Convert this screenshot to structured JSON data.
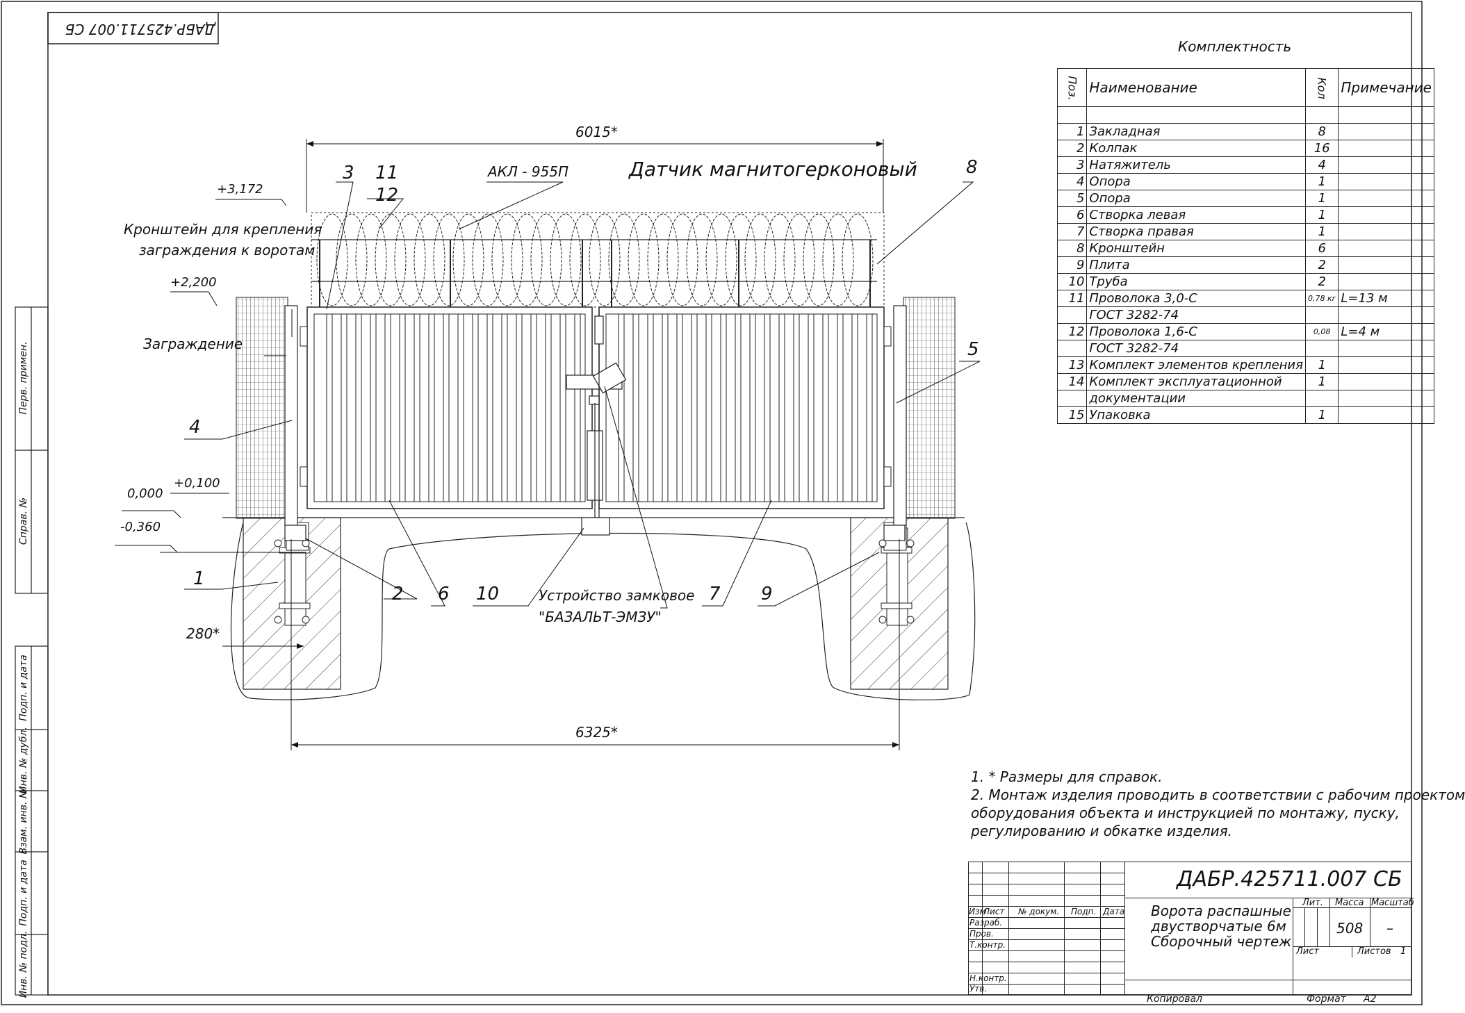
{
  "stamp_code_mirrored": "ДАБР.425711.007 СБ",
  "bom": {
    "title": "Комплектность",
    "headers": {
      "pos": "Поз.",
      "name": "Наименование",
      "qty": "Кол",
      "note": "Примечание"
    },
    "rows": [
      {
        "pos": "",
        "name": "",
        "qty": "",
        "note": ""
      },
      {
        "pos": "1",
        "name": "Закладная",
        "qty": "8",
        "note": ""
      },
      {
        "pos": "2",
        "name": "Колпак",
        "qty": "16",
        "note": ""
      },
      {
        "pos": "3",
        "name": "Натяжитель",
        "qty": "4",
        "note": ""
      },
      {
        "pos": "4",
        "name": "Опора",
        "qty": "1",
        "note": ""
      },
      {
        "pos": "5",
        "name": "Опора",
        "qty": "1",
        "note": ""
      },
      {
        "pos": "6",
        "name": "Створка левая",
        "qty": "1",
        "note": ""
      },
      {
        "pos": "7",
        "name": "Створка правая",
        "qty": "1",
        "note": ""
      },
      {
        "pos": "8",
        "name": "Кронштейн",
        "qty": "6",
        "note": ""
      },
      {
        "pos": "9",
        "name": "Плита",
        "qty": "2",
        "note": ""
      },
      {
        "pos": "10",
        "name": "Труба",
        "qty": "2",
        "note": ""
      },
      {
        "pos": "11",
        "name": "Проволока 3,0-С",
        "qty": "0,78 кг",
        "note": "L=13 м"
      },
      {
        "pos": "",
        "name": "ГОСТ 3282-74",
        "qty": "",
        "note": ""
      },
      {
        "pos": "12",
        "name": "Проволока 1,6-С",
        "qty": "0,08",
        "note": "L=4 м"
      },
      {
        "pos": "",
        "name": "ГОСТ 3282-74",
        "qty": "",
        "note": ""
      },
      {
        "pos": "13",
        "name": "Комплект элементов крепления",
        "qty": "1",
        "note": ""
      },
      {
        "pos": "14",
        "name": "Комплект эксплуатационной",
        "qty": "1",
        "note": ""
      },
      {
        "pos": "",
        "name": "документации",
        "qty": "",
        "note": ""
      },
      {
        "pos": "15",
        "name": "Упаковка",
        "qty": "1",
        "note": ""
      }
    ]
  },
  "drawing": {
    "dim_top": "6015*",
    "dim_bottom": "6325*",
    "dim_280": "280*",
    "label_akl": "АКЛ - 955П",
    "label_sensor": "Датчик магнитогерконовый",
    "label_bracket_1": "Кронштейн для крепления",
    "label_bracket_2": "заграждения к воротам",
    "label_barrier": "Заграждение",
    "label_lock_1": "Устройство замковое",
    "label_lock_2": "\"БАЗАЛЬТ-ЭМЗУ\"",
    "elevations": [
      "+3,172",
      "+2,200",
      "+0,100",
      "0,000",
      "-0,360"
    ],
    "callouts": [
      "1",
      "2",
      "3",
      "4",
      "5",
      "6",
      "7",
      "8",
      "9",
      "10",
      "11",
      "12"
    ]
  },
  "notes": [
    "1. * Размеры для справок.",
    "2. Монтаж изделия проводить в соответствии с рабочим проектом",
    "оборудования объекта и инструкцией по монтажу, пуску,",
    "регулированию и обкатке изделия."
  ],
  "title_block": {
    "code": "ДАБР.425711.007 СБ",
    "name_lines": [
      "Ворота распашные",
      "двустворчатые 6м",
      "Сборочный чертеж"
    ],
    "col_labels": {
      "izm": "Изм",
      "list": "Лист",
      "doc": "№ докум.",
      "sign": "Подп.",
      "date": "Дата"
    },
    "roles": [
      "Разраб.",
      "Пров.",
      "Т.контр.",
      "Н.контр.",
      "Утв."
    ],
    "lit": "Лит.",
    "mass_label": "Масса",
    "scale_label": "Масштаб",
    "mass": "508",
    "scale": "–",
    "sheet_label": "Лист",
    "sheets_label": "Листов",
    "sheets": "1",
    "copied": "Копировал",
    "format_label": "Формат",
    "format": "А2"
  },
  "margin_strip": [
    "Перв. примен.",
    "Справ. №",
    "Подп. и дата",
    "Инв. № дубл.",
    "Взам. инв. №",
    "Подп. и дата",
    "Инв. № подл."
  ]
}
